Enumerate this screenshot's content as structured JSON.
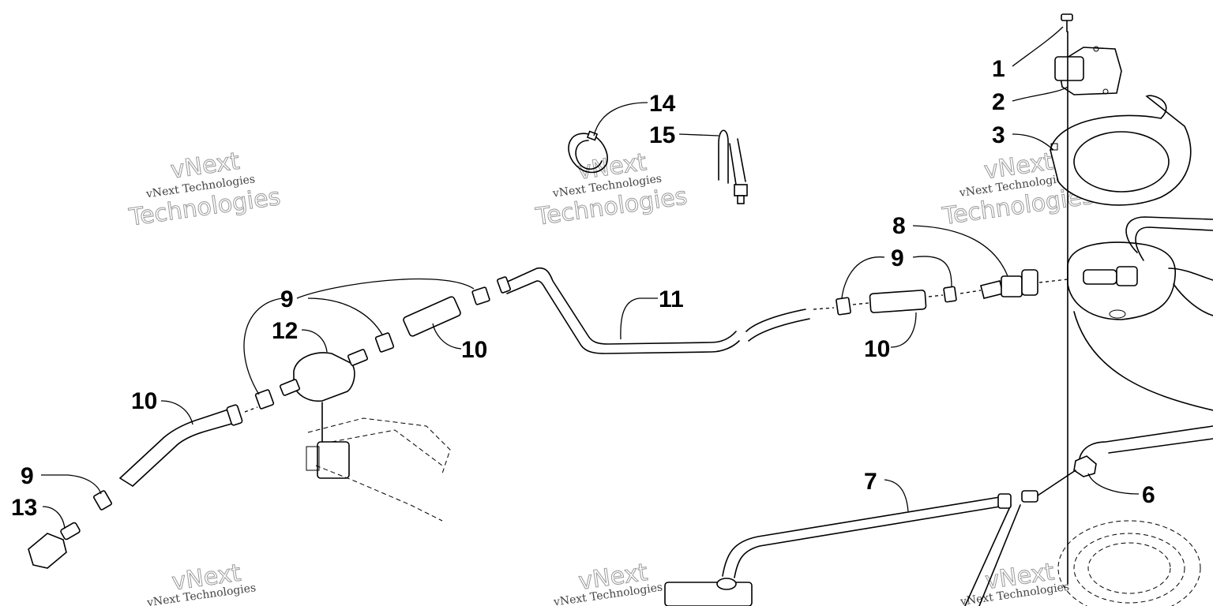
{
  "callouts": [
    {
      "id": "c1",
      "text": "1"
    },
    {
      "id": "c2",
      "text": "2"
    },
    {
      "id": "c3",
      "text": "3"
    },
    {
      "id": "c6",
      "text": "6"
    },
    {
      "id": "c7",
      "text": "7"
    },
    {
      "id": "c8",
      "text": "8"
    },
    {
      "id": "c9a",
      "text": "9"
    },
    {
      "id": "c9b",
      "text": "9"
    },
    {
      "id": "c9c",
      "text": "9"
    },
    {
      "id": "c10a",
      "text": "10"
    },
    {
      "id": "c10b",
      "text": "10"
    },
    {
      "id": "c10c",
      "text": "10"
    },
    {
      "id": "c11",
      "text": "11"
    },
    {
      "id": "c12",
      "text": "12"
    },
    {
      "id": "c13",
      "text": "13"
    },
    {
      "id": "c14",
      "text": "14"
    },
    {
      "id": "c15",
      "text": "15"
    }
  ],
  "watermark": {
    "line1": "vNext Technologies",
    "outline1": "vNext",
    "outline2": "Technologies"
  }
}
